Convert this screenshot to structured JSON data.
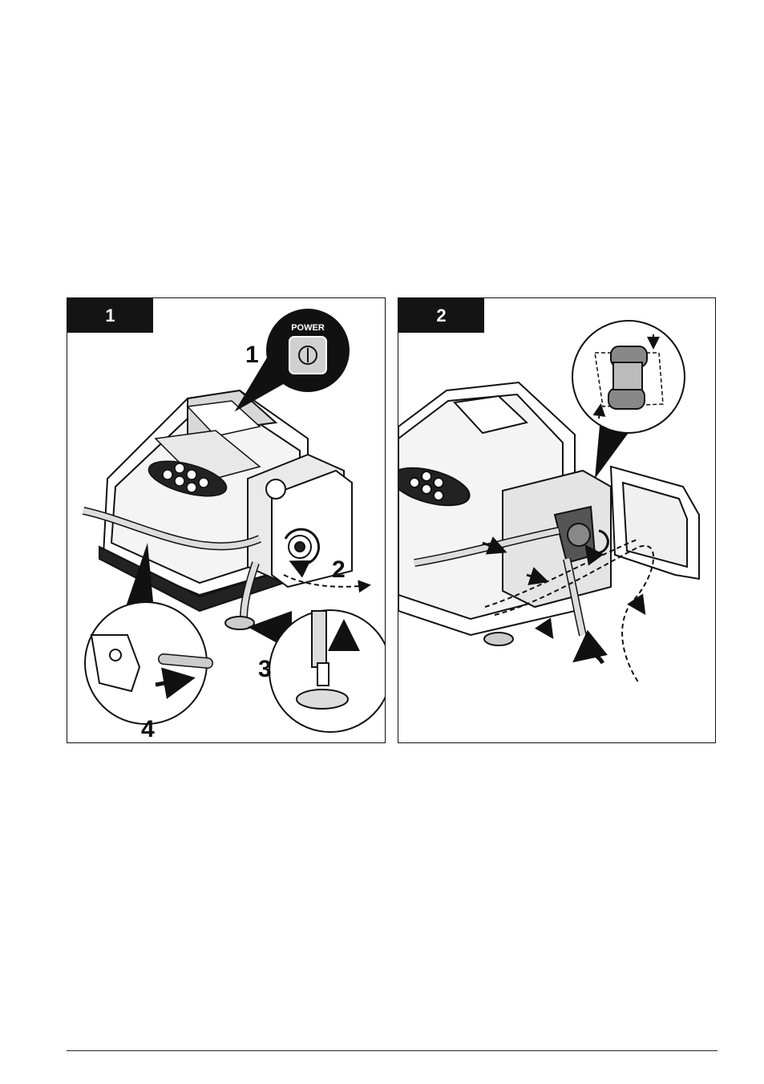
{
  "panels": [
    {
      "tab": "1",
      "callouts": {
        "power_label": "POWER",
        "s1": "1",
        "s2": "2",
        "s3": "3",
        "s4": "4"
      }
    },
    {
      "tab": "2"
    }
  ]
}
